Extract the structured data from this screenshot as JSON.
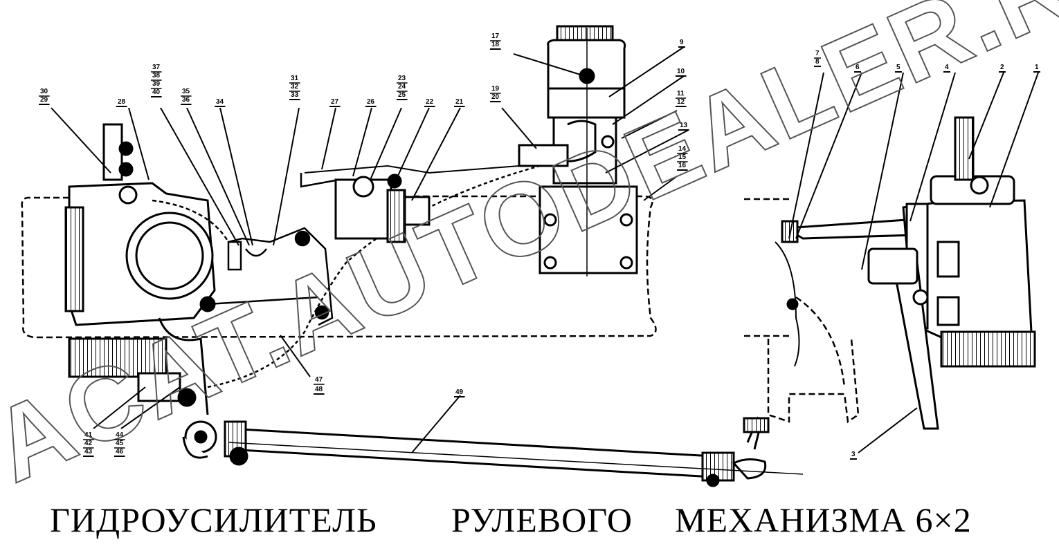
{
  "title": {
    "word1": "ГИДРОУСИЛИТЕЛЬ",
    "word2": "РУЛЕВОГО",
    "word3": "МЕХАНИЗМА 6×2"
  },
  "watermark": "ACAT.AUTODEALER.RU",
  "callouts": [
    {
      "id": "c30",
      "lines": [
        "30",
        "29"
      ]
    },
    {
      "id": "c28",
      "lines": [
        "28"
      ]
    },
    {
      "id": "c37",
      "lines": [
        "37",
        "38",
        "39",
        "40"
      ]
    },
    {
      "id": "c35",
      "lines": [
        "35",
        "36"
      ]
    },
    {
      "id": "c34",
      "lines": [
        "34"
      ]
    },
    {
      "id": "c31",
      "lines": [
        "31",
        "32",
        "33"
      ]
    },
    {
      "id": "c27",
      "lines": [
        "27"
      ]
    },
    {
      "id": "c26",
      "lines": [
        "26"
      ]
    },
    {
      "id": "c23",
      "lines": [
        "23",
        "24",
        "25"
      ]
    },
    {
      "id": "c22",
      "lines": [
        "22"
      ]
    },
    {
      "id": "c21",
      "lines": [
        "21"
      ]
    },
    {
      "id": "c19",
      "lines": [
        "19",
        "20"
      ]
    },
    {
      "id": "c17",
      "lines": [
        "17",
        "18"
      ]
    },
    {
      "id": "c9",
      "lines": [
        "9"
      ]
    },
    {
      "id": "c10",
      "lines": [
        "10"
      ]
    },
    {
      "id": "c11",
      "lines": [
        "11",
        "12"
      ]
    },
    {
      "id": "c13",
      "lines": [
        "13"
      ]
    },
    {
      "id": "c14",
      "lines": [
        "14",
        "15",
        "16"
      ]
    },
    {
      "id": "c7",
      "lines": [
        "7",
        "8"
      ]
    },
    {
      "id": "c6",
      "lines": [
        "6"
      ]
    },
    {
      "id": "c5",
      "lines": [
        "5"
      ]
    },
    {
      "id": "c4",
      "lines": [
        "4"
      ]
    },
    {
      "id": "c2",
      "lines": [
        "2"
      ]
    },
    {
      "id": "c1",
      "lines": [
        "1"
      ]
    },
    {
      "id": "c3",
      "lines": [
        "3"
      ]
    },
    {
      "id": "c47",
      "lines": [
        "47",
        "48"
      ]
    },
    {
      "id": "c49",
      "lines": [
        "49"
      ]
    },
    {
      "id": "c41",
      "lines": [
        "41",
        "42",
        "43"
      ]
    },
    {
      "id": "c44",
      "lines": [
        "44",
        "45",
        "46"
      ]
    }
  ],
  "colors": {
    "ink": "#000000",
    "background": "#ffffff",
    "watermark": "#555555"
  }
}
